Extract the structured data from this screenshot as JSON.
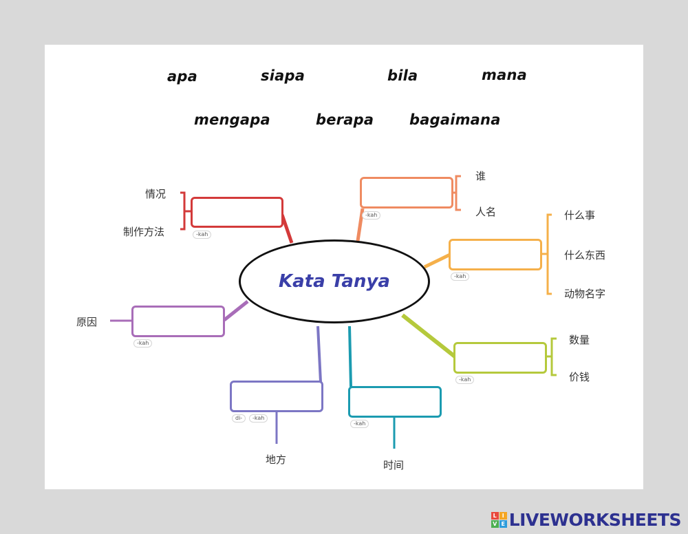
{
  "words": [
    "apa",
    "siapa",
    "bila",
    "mana",
    "mengapa",
    "berapa",
    "bagaimana"
  ],
  "center_title": "Kata Tanya",
  "tags": {
    "kah": "-kah",
    "di": "di-"
  },
  "labels": {
    "qingkuang": "情况",
    "zhizuo": "制作方法",
    "shui": "谁",
    "renming": "人名",
    "shenmeshi": "什么事",
    "shenmedongxi": "什么东西",
    "dongwu": "动物名字",
    "yuanyin": "原因",
    "shuliang": "数量",
    "jiaqian": "价钱",
    "difang": "地方",
    "shijian": "时间"
  },
  "colors": {
    "red": "#d33a3a",
    "salmon": "#ef8b61",
    "orange": "#f5b04a",
    "purple": "#a86db8",
    "lime": "#b5c93c",
    "indigo": "#7c76c4",
    "teal": "#1b9bb0",
    "brand": "#2d3190"
  },
  "brand": {
    "name": "LIVEWORKSHEETS",
    "logo_letters": [
      "L",
      "I",
      "V",
      "E"
    ]
  }
}
